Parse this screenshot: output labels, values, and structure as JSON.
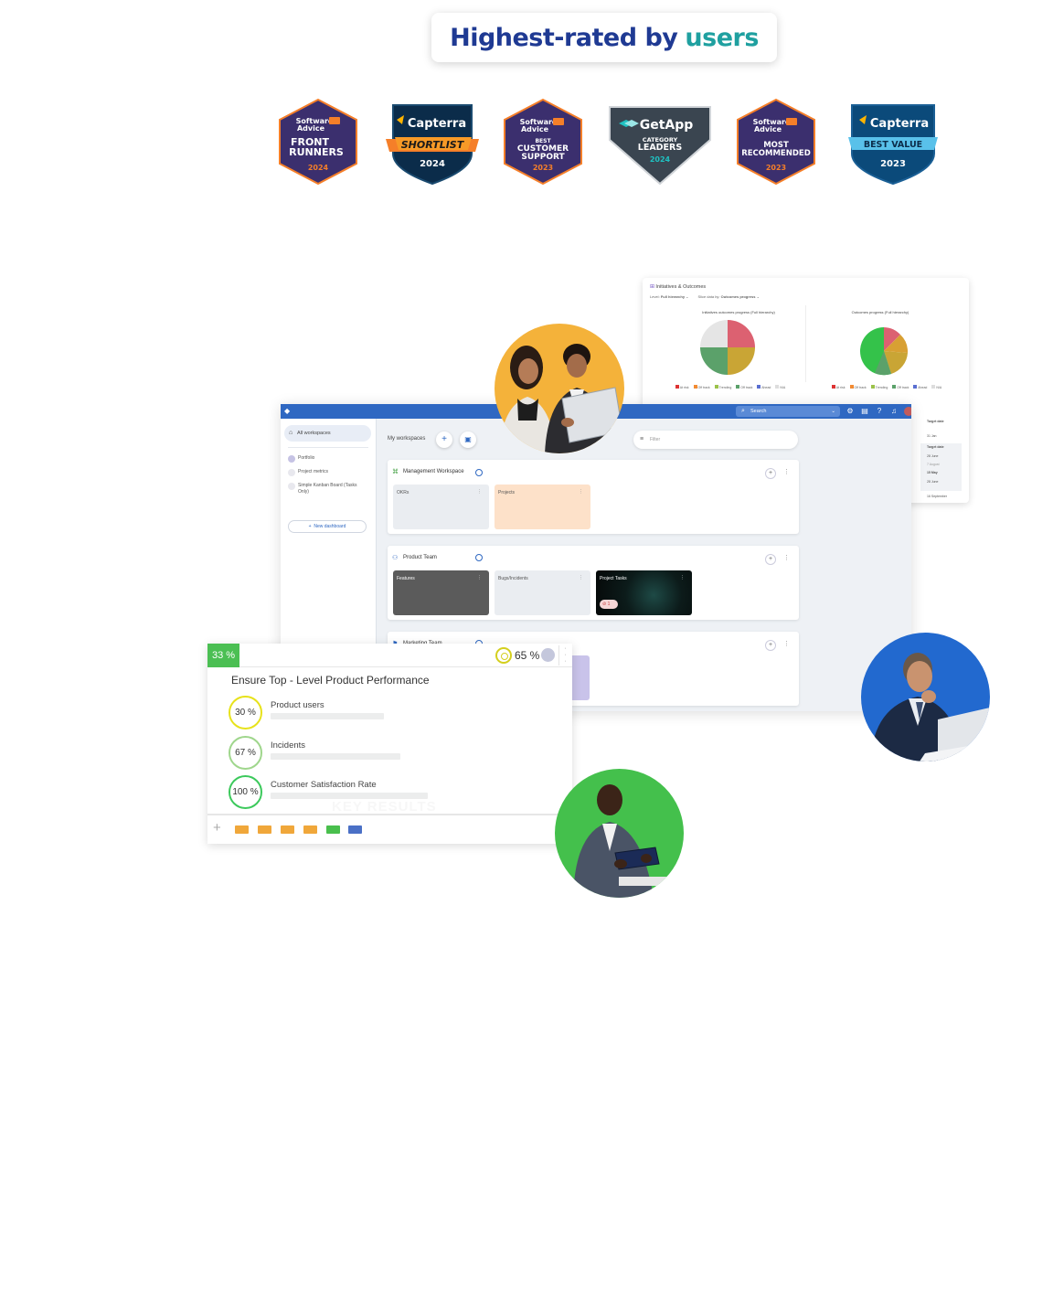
{
  "hero": {
    "title_main": "Highest-rated by",
    "title_accent": "users"
  },
  "badges": [
    {
      "brand_line1": "Software",
      "brand_line2": "Advice",
      "title_line1": "FRONT",
      "title_line2": "RUNNERS",
      "year": "2024",
      "color": "#3b2f6e",
      "accent": "#f57f29"
    },
    {
      "brand": "Capterra",
      "title": "SHORTLIST",
      "year": "2024",
      "color": "#0b2c4a",
      "accent": "#f57f29"
    },
    {
      "brand_line1": "Software",
      "brand_line2": "Advice",
      "title_line0": "BEST",
      "title_line1": "CUSTOMER",
      "title_line2": "SUPPORT",
      "year": "2023",
      "color": "#3b2f6e",
      "accent": "#f57f29"
    },
    {
      "brand": "GetApp",
      "title_line0": "CATEGORY",
      "title_line1": "LEADERS",
      "year": "2024",
      "color": "#3a4550",
      "accent": "#1fc1c1"
    },
    {
      "brand_line1": "Software",
      "brand_line2": "Advice",
      "title_line1": "MOST",
      "title_line2": "RECOMMENDED",
      "year": "2023",
      "color": "#3b2f6e",
      "accent": "#f57f29"
    },
    {
      "brand": "Capterra",
      "title": "BEST VALUE",
      "year": "2023",
      "color": "#0b4a7a",
      "accent": "#59c1ea"
    }
  ],
  "initiatives_panel": {
    "title": "Initiatives & Outcomes",
    "filter1_label": "Level:",
    "filter1_value": "Full hierarchy",
    "filter2_label": "Slice data by:",
    "filter2_value": "Outcomes progress",
    "chart1_title": "Initiatives outcomes progress (Full hierarchy)",
    "chart2_title": "Outcomes progress (Full hierarchy)",
    "legend": [
      "At risk",
      "Off track",
      "Trending",
      "Off track",
      "Ahead",
      "N/A"
    ],
    "side_header": "Target date",
    "side_rows": [
      "31 Jan",
      "Target date",
      "28 June",
      "7 August",
      "15 May",
      "28 June",
      "16 September"
    ]
  },
  "app": {
    "search_placeholder": "Search",
    "sidebar_all": "All workspaces",
    "sidebar_items": [
      "Portfolio",
      "Project metrics",
      "Simple Kanban Board (Tasks Only)"
    ],
    "new_dashboard": "New dashboard",
    "main_title": "My workspaces",
    "filter_placeholder": "Filter",
    "workspaces": [
      {
        "name": "Management Workspace",
        "boards": [
          "OKRs",
          "Projects"
        ]
      },
      {
        "name": "Product Team",
        "boards": [
          "Features",
          "Bugs/Incidents",
          "Project Tasks"
        ],
        "badge_count": "1"
      },
      {
        "name": "Marketing Team"
      }
    ]
  },
  "goal": {
    "progress": "33 %",
    "confidence": "65 %",
    "title": "Ensure Top - Level Product Performance",
    "key_results": [
      {
        "value": "30 %",
        "name": "Product users",
        "color": "#e7e21b"
      },
      {
        "value": "67 %",
        "name": "Incidents",
        "color": "#9fd68c"
      },
      {
        "value": "100 %",
        "name": "Customer Satisfaction Rate",
        "color": "#3cc95c"
      }
    ],
    "watermark": "KEY RESULTS",
    "status_colors": [
      "#f0a73a",
      "#f0a73a",
      "#f0a73a",
      "#f0a73a",
      "#49bf4d",
      "#4a70c6"
    ]
  },
  "colors": {
    "heading_blue": "#1f3a93",
    "heading_teal": "#1fa0a0",
    "app_blue": "#2f68c2",
    "photo1_bg": "#f4b23a",
    "photo2_bg": "#2269cf",
    "photo3_bg": "#44c04c"
  }
}
